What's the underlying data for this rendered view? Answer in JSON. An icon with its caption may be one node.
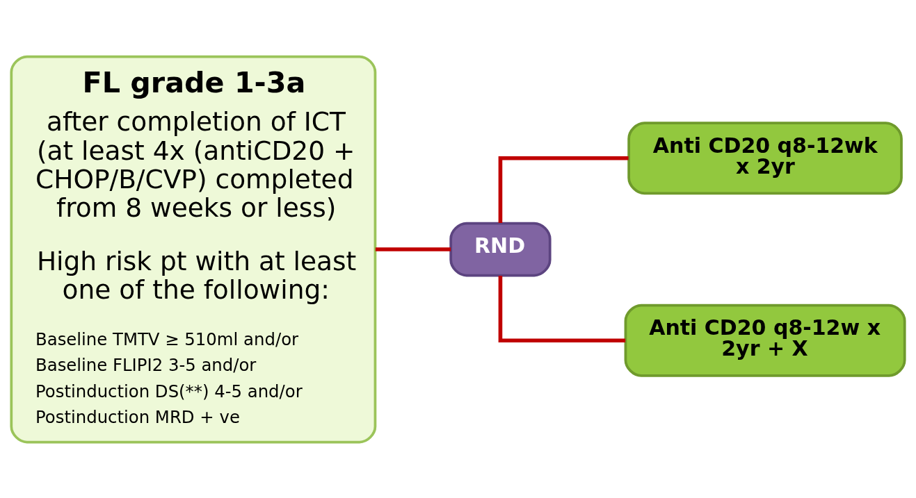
{
  "diagram": {
    "nodes": [
      {
        "text": [
          "FL grade 1-3a",
          "after completion of ICT (at least 4x (antiCD20 + CHOP/B/CVP) completed from 8 weeks or less)",
          "High risk pt with at least one of the following:",
          "Baseline TMTV ≥ 510ml and/or",
          "Baseline FLIPI2 3-5 and/or",
          "Postinduction DS(**) 4-5 and/or",
          "Postinduction MRD + ve"
        ]
      },
      {
        "text": [
          "RND"
        ]
      },
      {
        "text": [
          "Anti CD20 q8-12wk x 2yr"
        ]
      },
      {
        "text": [
          "Anti CD20 q8-12w x 2yr + X"
        ]
      }
    ],
    "edges": [
      {
        "from": 0,
        "to": 1,
        "arrow": "none"
      },
      {
        "from": 1,
        "to": 2,
        "arrow": "none"
      },
      {
        "from": 1,
        "to": 3,
        "arrow": "none"
      }
    ]
  }
}
